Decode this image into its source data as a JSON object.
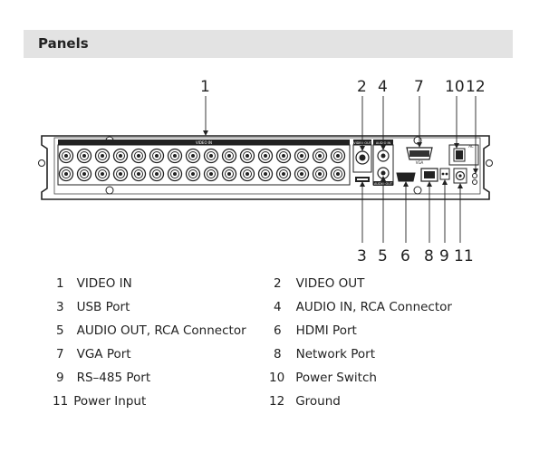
{
  "section": {
    "title": "Panels"
  },
  "panel_text": {
    "video_in": "VIDEO IN",
    "video_out": "VIDEO OUT",
    "audio_in": "AUDIO IN",
    "audio_out": "AUDIO OUT",
    "vga": "VGA",
    "ac": "AC"
  },
  "callouts_top": [
    "1",
    "2",
    "4",
    "7",
    "10",
    "12"
  ],
  "callouts_bottom": [
    "3",
    "5",
    "6",
    "8",
    "9",
    "11"
  ],
  "legend": [
    {
      "num": "1",
      "label": "VIDEO IN"
    },
    {
      "num": "2",
      "label": "VIDEO OUT"
    },
    {
      "num": "3",
      "label": "USB Port"
    },
    {
      "num": "4",
      "label": "AUDIO IN, RCA Connector"
    },
    {
      "num": "5",
      "label": "AUDIO OUT, RCA Connector"
    },
    {
      "num": "6",
      "label": "HDMI Port"
    },
    {
      "num": "7",
      "label": "VGA Port"
    },
    {
      "num": "8",
      "label": "Network Port"
    },
    {
      "num": "9",
      "label": "RS–485 Port"
    },
    {
      "num": "10",
      "label": "Power Switch"
    },
    {
      "num": "11",
      "label": "Power Input"
    },
    {
      "num": "12",
      "label": "Ground"
    }
  ]
}
